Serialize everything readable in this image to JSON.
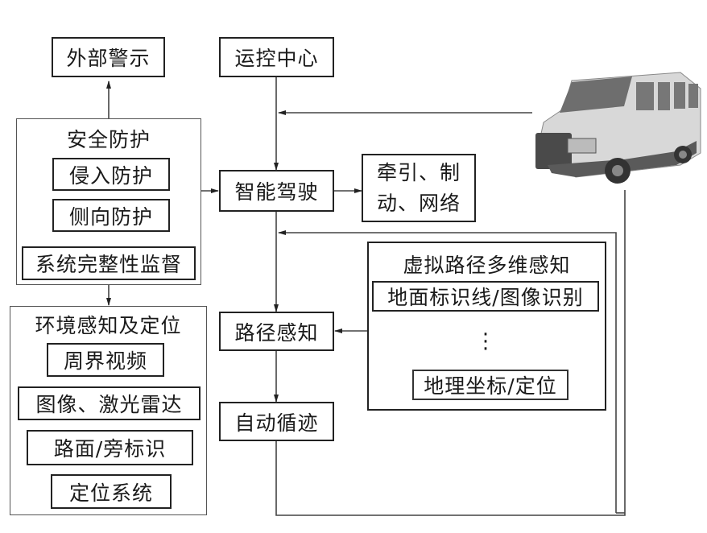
{
  "diagram": {
    "external_warning": "外部警示",
    "operation_center": "运控中心",
    "safety": {
      "title": "安全防护",
      "items": [
        "侵入防护",
        "侧向防护",
        "系统完整性监督"
      ]
    },
    "intelligent_driving": "智能驾驶",
    "traction_brake_network": [
      "牵引、制",
      "动、网络"
    ],
    "environment": {
      "title": "环境感知及定位",
      "items": [
        "周界视频",
        "图像、激光雷达",
        "路面/旁标识",
        "定位系统"
      ]
    },
    "path_perception": "路径感知",
    "auto_tracking": "自动循迹",
    "virtual_path": {
      "title": "虚拟路径多维感知",
      "items": [
        "地面标识线/图像识别",
        "地理坐标/定位"
      ],
      "ellipsis": "⋮"
    },
    "vehicle_image": "vehicle-photo"
  }
}
